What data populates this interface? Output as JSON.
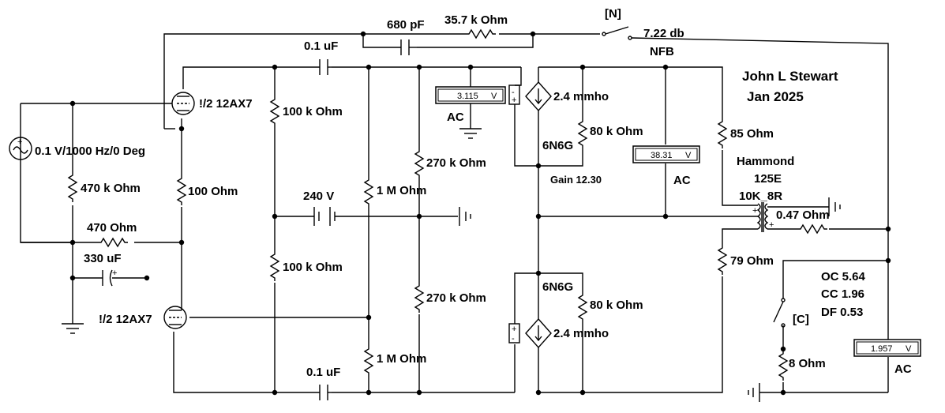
{
  "author": {
    "name": "John L Stewart",
    "date": "Jan 2025"
  },
  "source": {
    "label": "0.1 V/1000 Hz/0 Deg"
  },
  "tubes": {
    "upper_input": "!/2 12AX7",
    "lower_input": "!/2 12AX7",
    "upper_output": "6N6G",
    "lower_output": "6N6G"
  },
  "components": {
    "c_feedback": "680 pF",
    "r_feedback": "35.7 k Ohm",
    "c_coupling_top": "0.1 uF",
    "c_coupling_bottom": "0.1 uF",
    "r_plate_top": "100 k Ohm",
    "r_plate_bottom": "100 k Ohm",
    "r_grid": "470 k Ohm",
    "r_cathode_100": "100  Ohm",
    "r_cathode_470": "470  Ohm",
    "c_bypass": "330 uF",
    "battery": "240 V",
    "r_grid_top": "1 M Ohm",
    "r_grid_bottom": "1 M Ohm",
    "r_div_top": "270 k Ohm",
    "r_div_bottom": "270 k Ohm",
    "gm_top": "2.4 mmho",
    "gm_bottom": "2.4 mmho",
    "rp_top": "80 k Ohm",
    "rp_bottom": "80 k Ohm",
    "r_pri_top": "85  Ohm",
    "r_pri_bottom": "79  Ohm",
    "r_secondary": "0.47  Ohm",
    "r_load": "8  Ohm"
  },
  "transformer": {
    "maker": "Hammond",
    "model": "125E",
    "ratio": "10K_8R"
  },
  "switches": {
    "nfb_tag": "[N]",
    "nfb_label": "NFB",
    "nfb_db": "7.22 db",
    "load_tag": "[C]"
  },
  "meters": [
    {
      "value": "3.115",
      "unit": "V",
      "mode": "AC"
    },
    {
      "value": "38.31",
      "unit": "V",
      "mode": "AC"
    },
    {
      "value": "1.957",
      "unit": "V",
      "mode": "AC"
    }
  ],
  "results": {
    "gain": "Gain  12.30",
    "oc": "OC 5.64",
    "cc": "CC 1.96",
    "df": "DF 0.53"
  }
}
